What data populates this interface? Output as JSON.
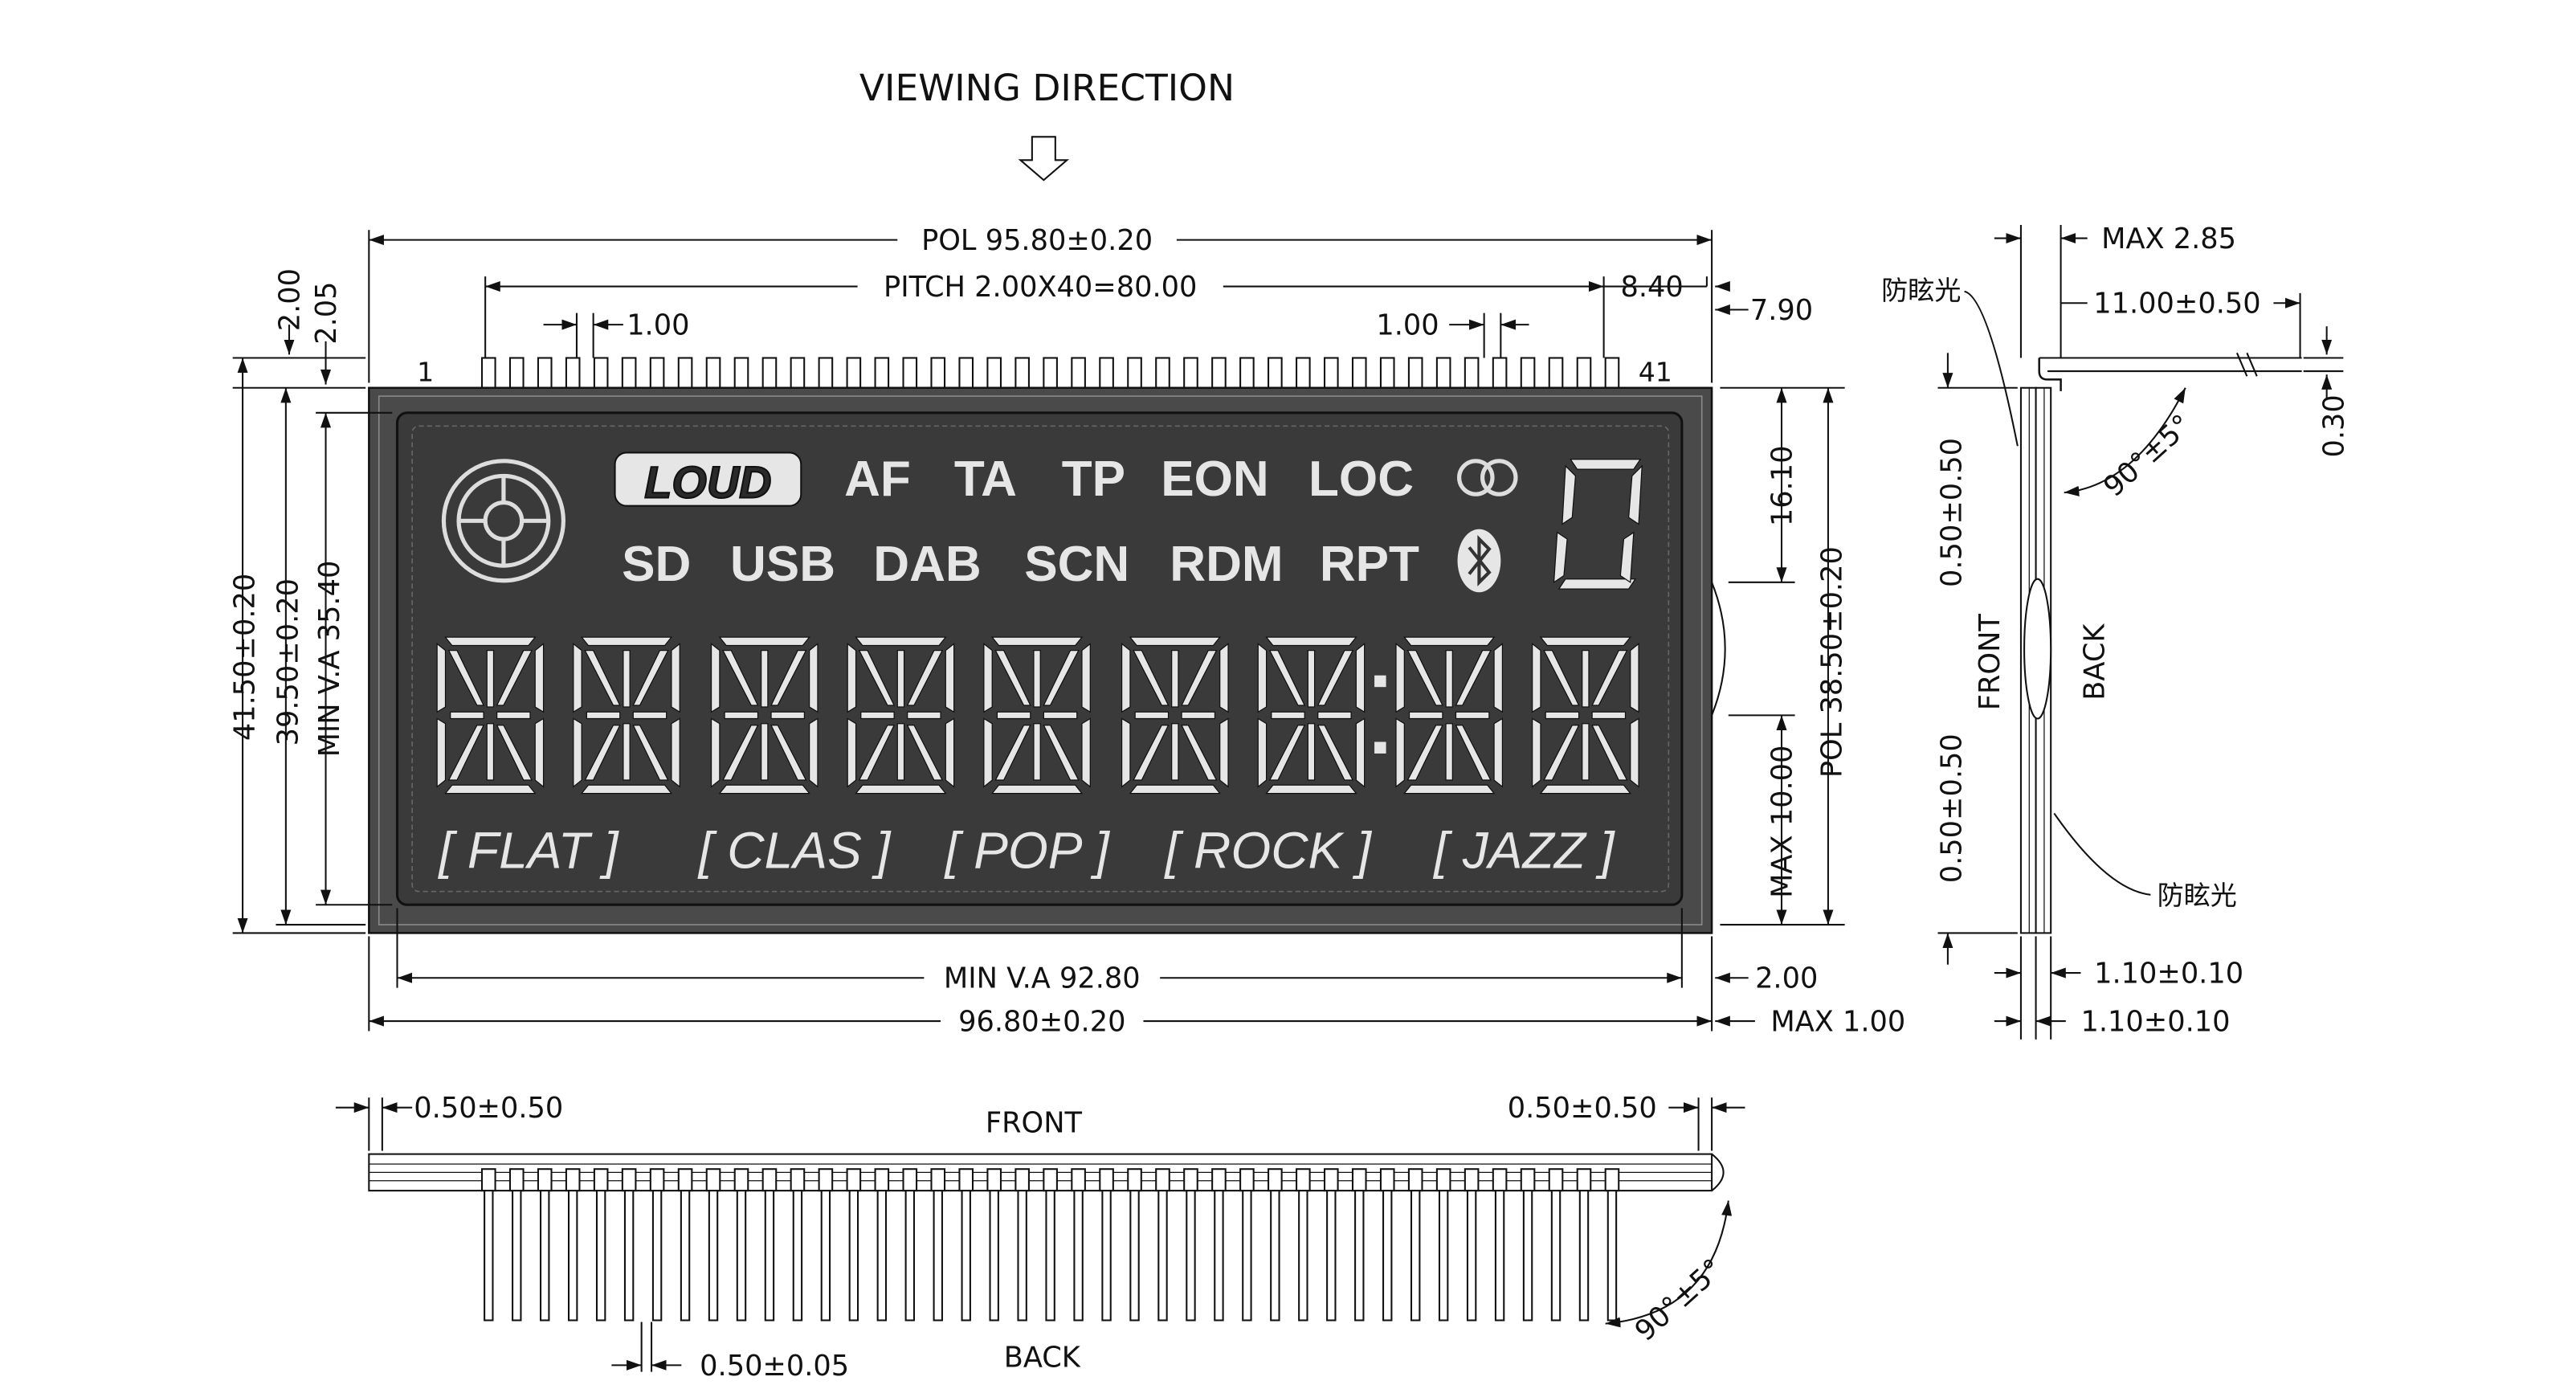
{
  "header": {
    "viewing_direction": "VIEWING  DIRECTION"
  },
  "pins": {
    "count": 41,
    "first_label": "1",
    "last_label": "41"
  },
  "display": {
    "loud": "LOUD",
    "row1": [
      "AF",
      "TA",
      "TP",
      "EON",
      "LOC"
    ],
    "row2": [
      "SD",
      "USB",
      "DAB",
      "SCN",
      "RDM",
      "RPT"
    ],
    "eq": [
      "[ FLAT ]",
      "[ CLAS ]",
      "[ POP ]",
      "[ ROCK ]",
      "[ JAZZ ]"
    ],
    "digit_count": 9,
    "colors": {
      "bezel": "#4a4a4a",
      "panel": "#3a3a3a",
      "segment": "#e6e6e6"
    }
  },
  "dimensions": {
    "pol_width": "POL  95.80±0.20",
    "pitch": "PITCH  2.00X40=80.00",
    "pin_width_left": "1.00",
    "pin_width_right": "1.00",
    "right_offset": "8.40",
    "right_offset2": "7.90",
    "top_2_00": "2.00",
    "top_2_05": "2.05",
    "height_total": "41.50±0.20",
    "height_glass": "39.50±0.20",
    "min_va_height": "MIN  V.A  35.40",
    "min_va_width": "MIN  V.A  92.80",
    "total_width": "96.80±0.20",
    "right_16_10": "16.10",
    "right_10_00": "MAX  10.00",
    "pol_height": "POL  38.50±0.20",
    "bottom_2_00": "2.00",
    "bottom_max_1_00": "MAX  1.00"
  },
  "side_view": {
    "max_thickness": "MAX  2.85",
    "pin_length": "11.00±0.50",
    "pin_thickness": "0.30",
    "angle": "90°±5°",
    "front": "FRONT",
    "back": "BACK",
    "glass_top": "0.50±0.50",
    "glass_bottom": "0.50±0.50",
    "antiglare_top": "防眩光",
    "antiglare_bottom": "防眩光",
    "glass_thickness_1": "1.10±0.10",
    "glass_thickness_2": "1.10±0.10"
  },
  "bottom_view": {
    "front": "FRONT",
    "back": "BACK",
    "left_offset": "0.50±0.50",
    "right_offset": "0.50±0.50",
    "pin_gap": "0.50±0.05",
    "angle": "90°±5°"
  }
}
